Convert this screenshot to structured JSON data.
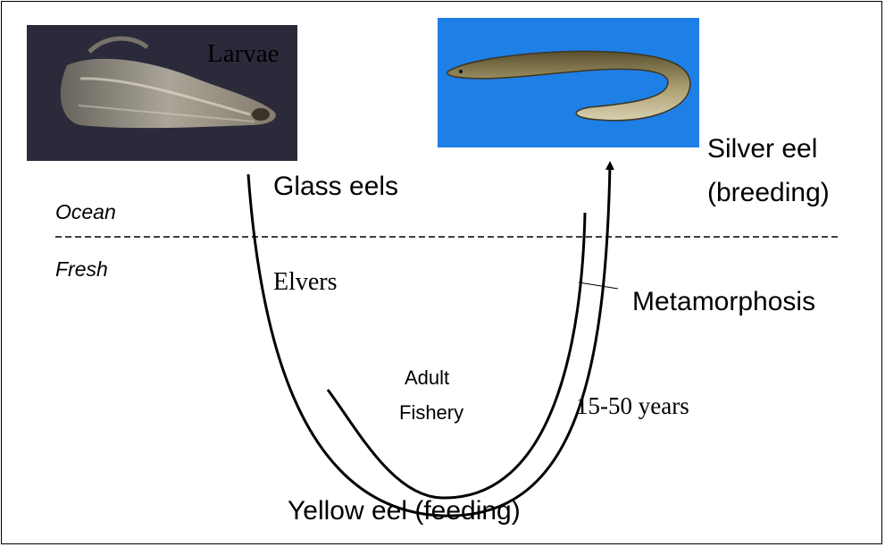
{
  "labels": {
    "larvae": "Larvae",
    "glass_eels": "Glass eels",
    "silver_eel_line1": "Silver eel",
    "silver_eel_line2": "(breeding)",
    "ocean": "Ocean",
    "fresh": "Fresh",
    "elvers": "Elvers",
    "metamorphosis": "Metamorphosis",
    "adult_line1": "Adult",
    "adult_line2": "Fishery",
    "years": "15-50 years",
    "yellow_eel": "Yellow eel (feeding)"
  },
  "colors": {
    "larvae_background": "#2b2a3a",
    "silver_background": "#1e7fe6",
    "line": "#000000"
  }
}
